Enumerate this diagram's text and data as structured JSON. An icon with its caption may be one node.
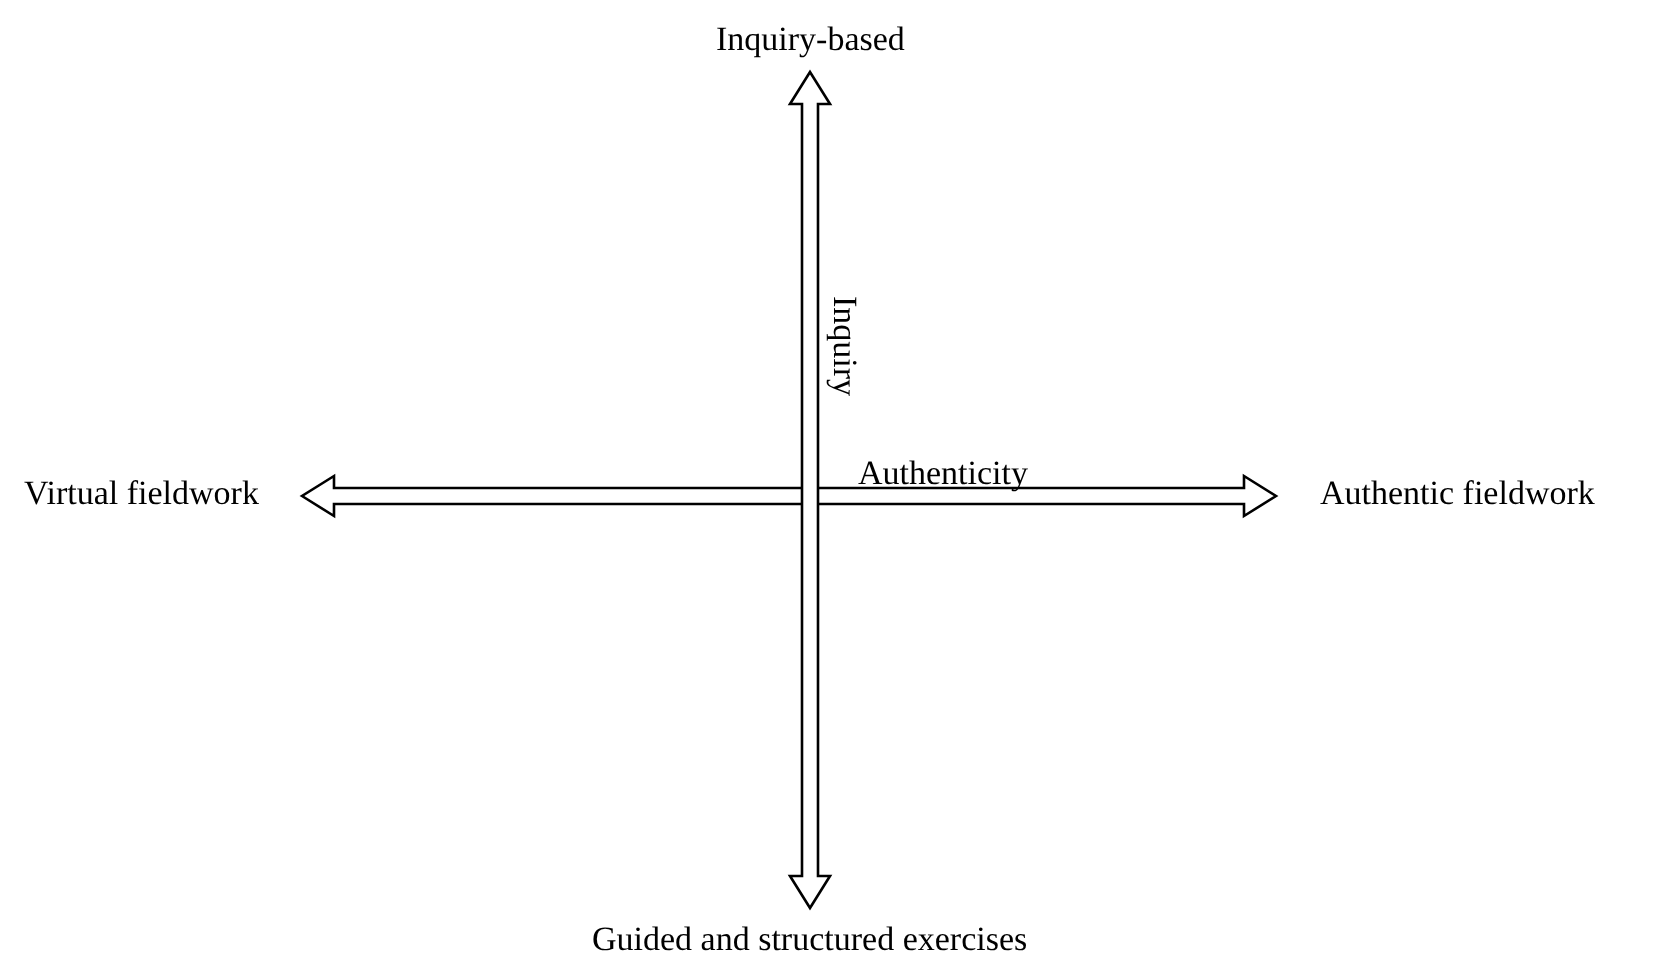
{
  "diagram": {
    "nodes": [
      {
        "text": [
          "Inquiry-based"
        ]
      },
      {
        "text": [
          "Guided and structured exercises"
        ]
      },
      {
        "text": [
          "Virtual fieldwork"
        ]
      },
      {
        "text": [
          "Authentic fieldwork"
        ]
      }
    ],
    "edges": [
      {
        "from": 1,
        "to": 0,
        "arrow": "both",
        "label": "Inquiry"
      },
      {
        "from": 2,
        "to": 3,
        "arrow": "both",
        "label": "Authenticity"
      }
    ]
  }
}
